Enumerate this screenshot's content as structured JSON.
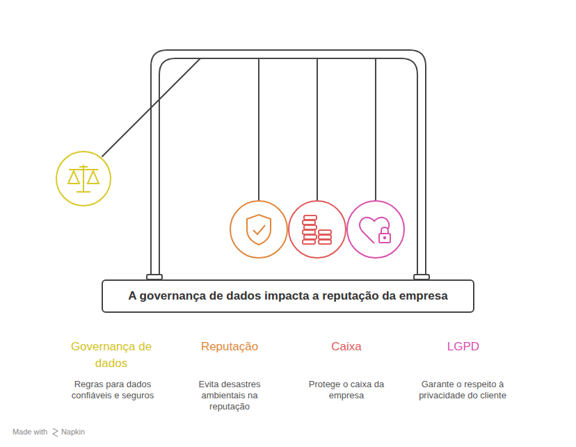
{
  "diagram": {
    "nodes": [
      {
        "text": [
          "A governança de dados impacta a reputação da empresa"
        ]
      }
    ],
    "labels": [
      "Governança de dados",
      "Regras para dados confiáveis e seguros",
      "Reputação",
      "Evita desastres ambientais na reputação",
      "Caixa",
      "Protege o caixa da empresa",
      "LGPD",
      "Garante o respeito à privacidade do cliente",
      "Made with",
      "Napkin"
    ]
  }
}
